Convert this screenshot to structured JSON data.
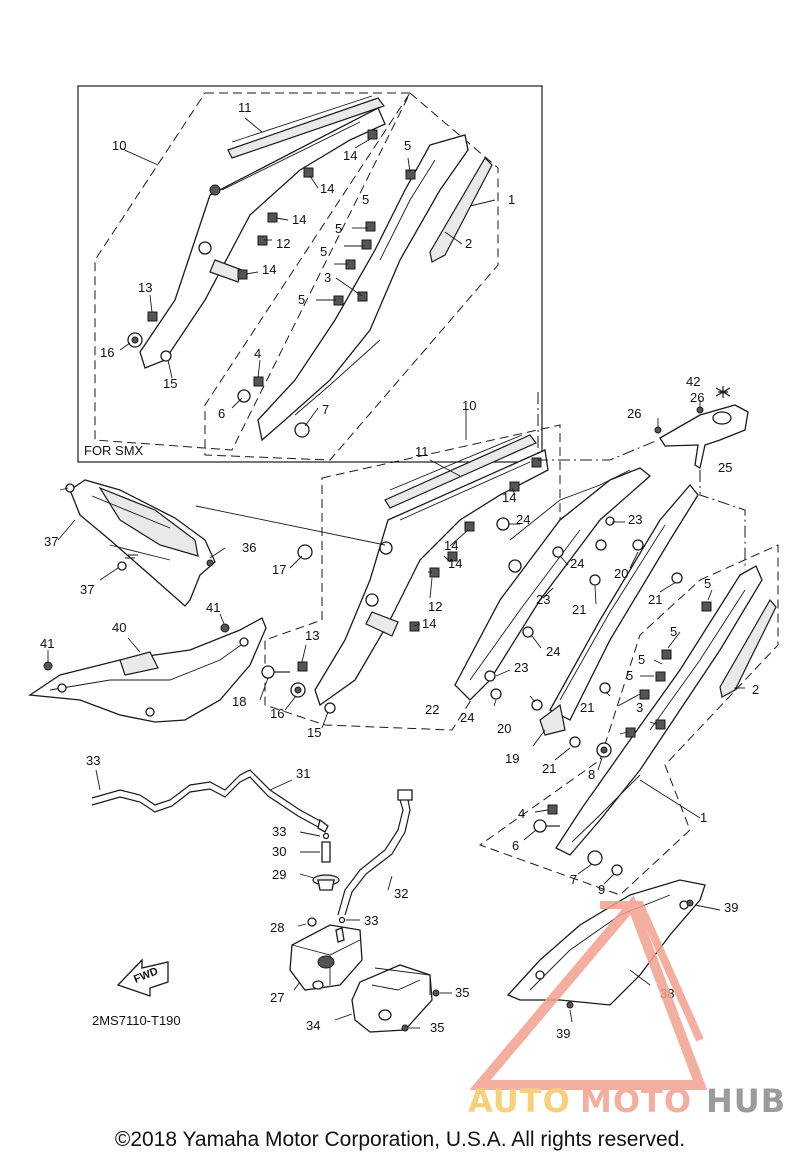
{
  "diagram_code": "2MS7110-T190",
  "inset_label": "FOR SMX",
  "fwd_label": "FWD",
  "copyright": "©2018 Yamaha Motor Corporation, U.S.A. All rights reserved.",
  "watermark": {
    "brand_part1": "AUTO",
    "brand_part2": "MOTO",
    "brand_part3": "HUB",
    "color_primary": "#f2a08f",
    "color_secondary": "#f6c866",
    "color_tertiary": "#8a8a8a"
  },
  "callouts": {
    "c1a": "1",
    "c2a": "2",
    "c3a": "3",
    "c4a": "4",
    "c5a": "5",
    "c5b": "5",
    "c5c": "5",
    "c5d": "5",
    "c5e": "5",
    "c6a": "6",
    "c7a": "7",
    "c10a": "10",
    "c11a": "11",
    "c12a": "12",
    "c13a": "13",
    "c14a": "14",
    "c14b": "14",
    "c14c": "14",
    "c14d": "14",
    "c15a": "15",
    "c16a": "16",
    "c10b": "10",
    "c11b": "11",
    "c14e": "14",
    "c14f": "14",
    "c14g": "14",
    "c14h": "14",
    "c12b": "12",
    "c13b": "13",
    "c15b": "15",
    "c16b": "16",
    "c17": "17",
    "c18": "18",
    "c24a": "24",
    "c24b": "24",
    "c24c": "24",
    "c24d": "24",
    "c23a": "23",
    "c23b": "23",
    "c23c": "23",
    "c20a": "20",
    "c20b": "20",
    "c21a": "21",
    "c21b": "21",
    "c21c": "21",
    "c21d": "21",
    "c22": "22",
    "c19": "19",
    "c26a": "26",
    "c26b": "26",
    "c42": "42",
    "c25": "25",
    "c5f": "5",
    "c5g": "5",
    "c5h": "5",
    "c5i": "5",
    "c3b": "3",
    "c8": "8",
    "c2b": "2",
    "c1b": "1",
    "c4b": "4",
    "c6b": "6",
    "c7b": "7",
    "c9": "9",
    "c36": "36",
    "c37a": "37",
    "c37b": "37",
    "c40": "40",
    "c41a": "41",
    "c41b": "41",
    "c31": "31",
    "c33a": "33",
    "c33b": "33",
    "c33c": "33",
    "c30": "30",
    "c29": "29",
    "c32": "32",
    "c28": "28",
    "c27": "27",
    "c34": "34",
    "c35a": "35",
    "c35b": "35",
    "c38": "38",
    "c39a": "39",
    "c39b": "39"
  }
}
